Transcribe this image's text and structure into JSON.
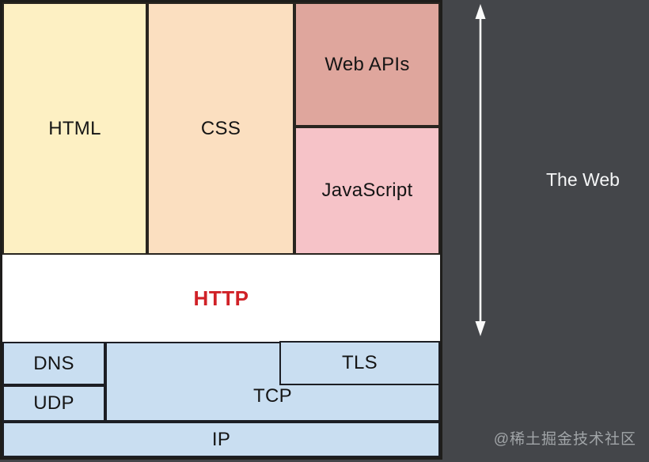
{
  "page": {
    "background": "#44464a",
    "frame_border_color": "#1e1d1b"
  },
  "diagram": {
    "blocks": {
      "html": {
        "label": "HTML",
        "bg": "#fdf0c3"
      },
      "css": {
        "label": "CSS",
        "bg": "#fbdfc0"
      },
      "web_apis": {
        "label": "Web APIs",
        "bg": "#dfa69d"
      },
      "javascript": {
        "label": "JavaScript",
        "bg": "#f6c3c8"
      },
      "http": {
        "label": "HTTP",
        "bg": "#ffffff",
        "text_color": "#d02127"
      },
      "dns": {
        "label": "DNS",
        "bg": "#c9def1"
      },
      "udp": {
        "label": "UDP",
        "bg": "#c9def1"
      },
      "tcp": {
        "label": "TCP",
        "bg": "#c9def1"
      },
      "tls": {
        "label": "TLS",
        "bg": "#c9def1"
      },
      "ip": {
        "label": "IP",
        "bg": "#c9def1"
      }
    }
  },
  "annotation": {
    "label": "The Web",
    "color": "#f5f6f7",
    "arrow_color": "#fafafa"
  },
  "watermark": {
    "label": "@稀土掘金技术社区"
  }
}
